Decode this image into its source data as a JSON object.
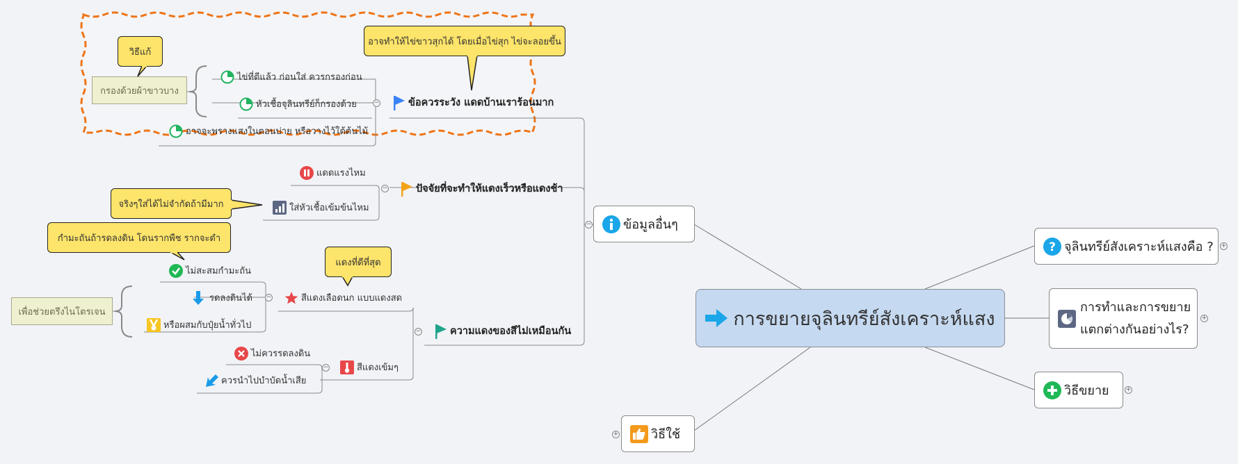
{
  "central_topic": {
    "label": "การขยายจุลินทรีย์สังเคราะห์แสง",
    "icon": "arrow-right-icon"
  },
  "main_topics": {
    "what_is": {
      "label": "จุลินทรีย์สังเคราะห์แสงคือ ?",
      "icon": "question-icon",
      "toggle": "+"
    },
    "difference": {
      "line1": "การทำและการขยาย",
      "line2": "แตกต่างกันอย่างไร?",
      "icon": "pie-chart-icon",
      "toggle": "+"
    },
    "how_to_expand": {
      "label": "วิธีขยาย",
      "icon": "plus-icon",
      "toggle": "+"
    },
    "how_to_use": {
      "label": "วิธีใช้",
      "icon": "thumbs-up-icon",
      "toggle": "+"
    },
    "other_info": {
      "label": "ข้อมูลอื่นๆ",
      "icon": "info-icon",
      "toggle": "−"
    }
  },
  "other_info_children": {
    "caution": {
      "label": "ข้อควรระวัง แดดบ้านเราร้อนมาก",
      "icon": "flag-blue-icon",
      "callout": "อาจทำให้ไข่ขาวสุกได้ โดยเมื่อไข่สุก ไข่จะลอยขึ้น",
      "children": [
        {
          "label": "ไข่ที่ตีแล้ว ก่อนใส่ ควรกรองก่อน",
          "icon": "progress-quarter-icon"
        },
        {
          "label": "หัวเชื้อจุลินทรีย์ก็กรองด้วย",
          "icon": "progress-quarter-icon"
        },
        {
          "label": "อาจจะพรางแสงในตอนบ่าย หรือวางไว้ใต้ต้นไม้",
          "icon": "progress-quarter-icon"
        }
      ],
      "summary": "กรองด้วยผ้าขาวบาง",
      "summary_callout": "วิธีแก้"
    },
    "factors": {
      "label": "ปัจจัยที่จะทำให้แดงเร็วหรือแดงช้า",
      "icon": "flag-orange-icon",
      "children": [
        {
          "label": "แดดแรงไหม",
          "icon": "pause-icon"
        },
        {
          "label": "ใส่หัวเชื้อเข้มข้นไหม",
          "icon": "bar-chart-icon",
          "callout": "จริงๆใส่ได้ไม่จำกัดถ้ามีมาก"
        }
      ]
    },
    "redness": {
      "label": "ความแดงของสีไม่เหมือนกัน",
      "icon": "flag-green-icon",
      "children": [
        {
          "label": "สีแดงเลือดนก แบบแดงสด",
          "icon": "star-icon",
          "callout": "แดงที่ดีที่สุด",
          "children": [
            {
              "label": "ไม่สะสมกำมะถัน",
              "icon": "check-icon",
              "callout": "กำมะถันถ้ารดลงดิน โดนรากพืช รากจะดำ"
            },
            {
              "label": "รดลงดินได้",
              "icon": "arrow-down-icon"
            },
            {
              "label": "หรือผสมกับปุ๋ยน้ำทั่วไป",
              "icon": "medal-icon"
            }
          ],
          "summary": "เพื่อช่วยตรึงไนโตรเจน"
        },
        {
          "label": "สีแดงเข้มๆ",
          "icon": "thermometer-icon",
          "children": [
            {
              "label": "ไม่ควรรดลงดิน",
              "icon": "cross-icon"
            },
            {
              "label": "ควรนำไปบำบัดน้ำเสีย",
              "icon": "arrow-down-left-icon"
            }
          ]
        }
      ]
    }
  },
  "colors": {
    "background": "#f1f3f7",
    "central_fill": "#c5d9f0",
    "callout_fill": "#fde46a",
    "boundary": "#ee7416",
    "summary_fill": "#eff0d0"
  }
}
